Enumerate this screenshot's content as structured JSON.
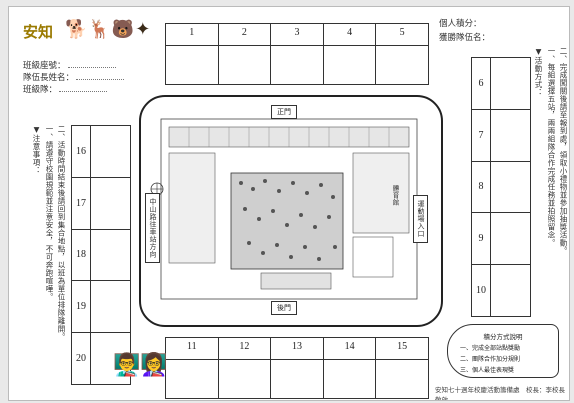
{
  "header": {
    "logo": "安知",
    "personal_score_label": "個人積分：",
    "member_label": "獲勝隊伍名："
  },
  "fields": {
    "class_label": "班級座號：",
    "name_label": "隊伍長姓名：",
    "team_label": "班級隊："
  },
  "grid_top": [
    "1",
    "2",
    "3",
    "4",
    "5"
  ],
  "grid_right": [
    "6",
    "7",
    "8",
    "9",
    "10"
  ],
  "grid_left": [
    "16",
    "17",
    "18",
    "19",
    "20"
  ],
  "grid_bottom": [
    "11",
    "12",
    "13",
    "14",
    "15"
  ],
  "rules_right": {
    "title": "▼活動方式：",
    "line1": "一、每組選擇五站，兩兩組隊合作完成任務並拍照留念。",
    "line2": "二、完成闖關後請至報到處，領取小禮物並參加抽獎活動。"
  },
  "rules_left": {
    "title": "▼注意事項：",
    "line1": "一、請遵守校園規範並注意安全，不可奔跑喧嘩。",
    "line2": "二、活動時間結束後請回到集合地點，以班為單位排隊離開。"
  },
  "map": {
    "top_gate": "正門",
    "bottom_gate": "後門",
    "left_label": "中山路往車站方向",
    "right_label": "運動場入口",
    "right_small": "體育館"
  },
  "badge": {
    "title": "積分方式說明",
    "row1": "一、完成全部站點獎勵",
    "row2": "二、團隊合作加分規則",
    "row3": "三、個人最佳表現獎"
  },
  "footer": "安知七十週年校慶活動籌備處　校長：李校長敬啟",
  "colors": {
    "border": "#333333",
    "logo": "#9a7a00",
    "page": "#ffffff"
  }
}
